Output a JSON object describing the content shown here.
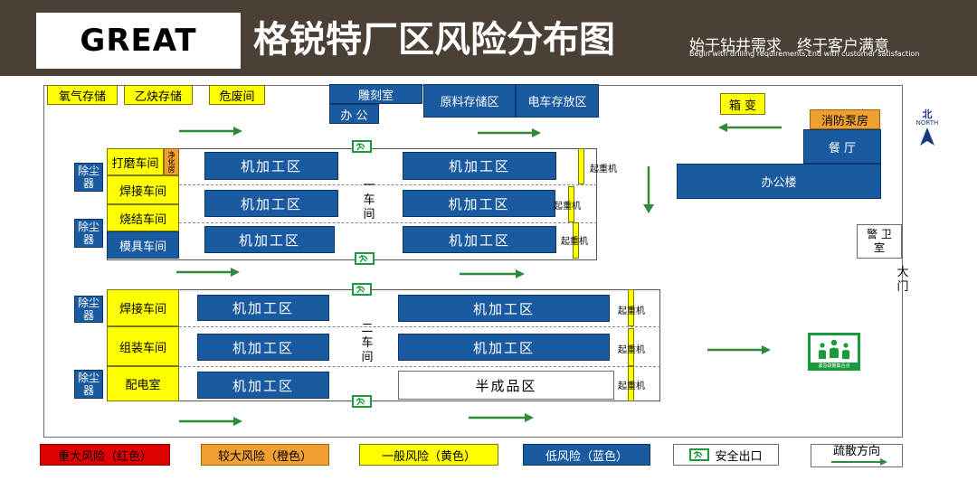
{
  "header": {
    "logo": "GREAT",
    "title": "格锐特厂区风险分布图",
    "slogan_cn": "始于钻井需求　终于客户满意",
    "slogan_en": "Begin with drilling requirements,End with customer satisfaction"
  },
  "storage": {
    "oxygen": "氧气存储",
    "acetylene": "乙炔存储",
    "hazardous_waste": "危废间"
  },
  "top_buildings": {
    "engraving": "雕刻室",
    "office_small": "办 公",
    "raw_material": "原料存储区",
    "ev_parking": "电车存放区",
    "transformer": "箱 变",
    "fire_pump": "消防泵房",
    "canteen": "餐 厅",
    "office_building": "办公楼",
    "guard": "警 卫\n室",
    "gate": "大\n门"
  },
  "compass": {
    "north_cn": "北",
    "north_en": "NORTH"
  },
  "workshop1": {
    "label": "一\n车\n间",
    "side_rooms": [
      "打磨车间",
      "焊接车间",
      "烧结车间",
      "模具车间"
    ],
    "purifier": "净化房",
    "dust": [
      "除尘\n器",
      "除尘\n器"
    ],
    "machining": "机加工区",
    "crane": [
      "起重机",
      "起重机",
      "起重机"
    ]
  },
  "workshop2": {
    "label": "二\n车\n间",
    "side_rooms": [
      "焊接车间",
      "组装车间",
      "配电室"
    ],
    "dust": [
      "除尘\n器",
      "除尘\n器"
    ],
    "machining": "机加工区",
    "semi_finished": "半成品区",
    "crane": [
      "起重机",
      "起重机",
      "起重机"
    ]
  },
  "assembly_point": "紧急疏散集合点",
  "legend": {
    "major": "重大风险（红色）",
    "high": "较大风险（橙色）",
    "general": "一般风险（黄色）",
    "low": "低风险（蓝色）",
    "exit": "安全出口",
    "evac": "疏散方向"
  },
  "colors": {
    "red": "#e00000",
    "orange": "#f0a030",
    "yellow": "#ffff00",
    "blue": "#1a5aa0",
    "arrow_green": "#2e8b3a",
    "exit_green": "#1b9a3c",
    "header_bg": "#4a4036"
  },
  "icons": {
    "exit": "exit-sign-icon",
    "arrow": "green-arrow-icon",
    "compass": "north-compass-icon",
    "assembly": "assembly-point-icon"
  }
}
